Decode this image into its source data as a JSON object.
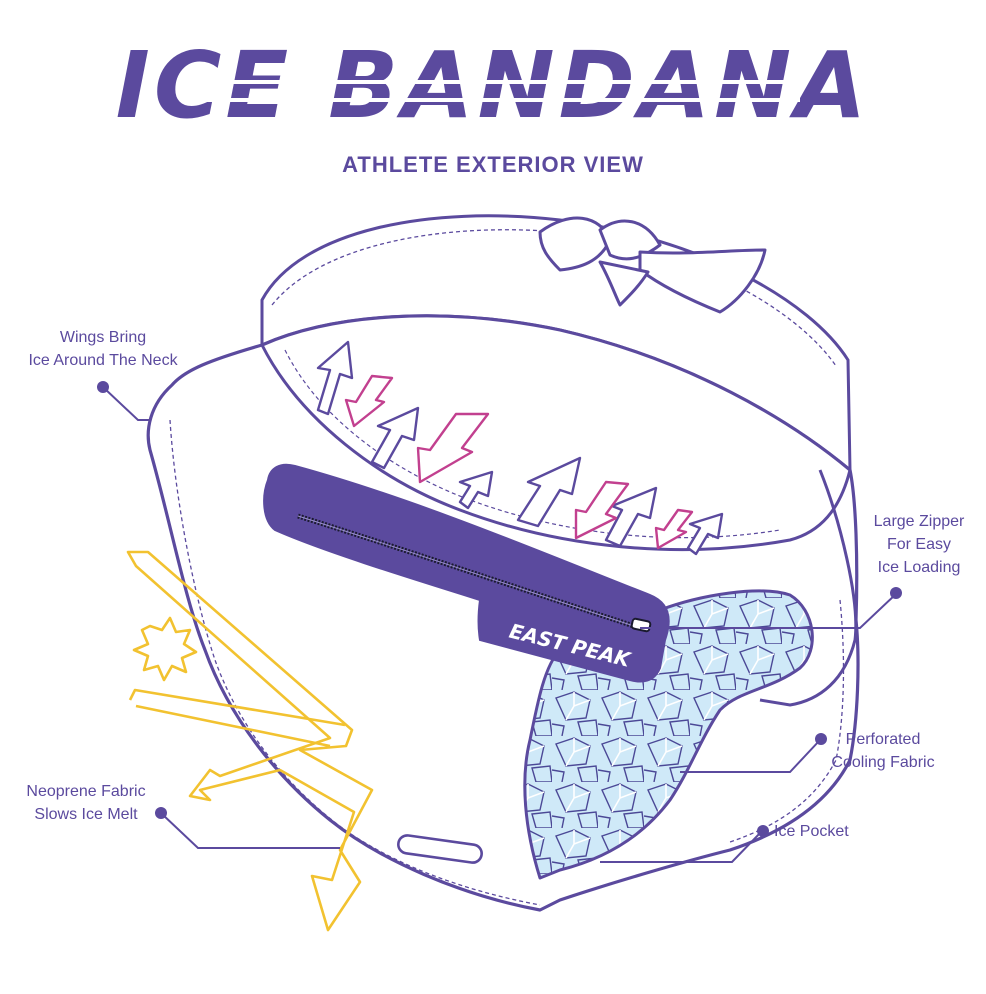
{
  "header": {
    "title": "ICE BANDANA",
    "subtitle": "ATHLETE EXTERIOR VIEW"
  },
  "brand": {
    "logo_text": "EAST PEAK"
  },
  "callouts": {
    "wings": [
      "Wings Bring",
      "Ice Around The Neck"
    ],
    "neoprene": [
      "Neoprene Fabric",
      "Slows Ice Melt"
    ],
    "zipper": [
      "Large Zipper",
      "For Easy",
      "Ice Loading"
    ],
    "perforated": [
      "Perforated",
      "Cooling Fabric"
    ],
    "pocket": [
      "Ice Pocket"
    ]
  },
  "colors": {
    "primary": "#5b4a9e",
    "magenta": "#c2408f",
    "yellow": "#f2c230",
    "ice": "#cfe9f8",
    "ice_stroke": "#4b4896"
  }
}
